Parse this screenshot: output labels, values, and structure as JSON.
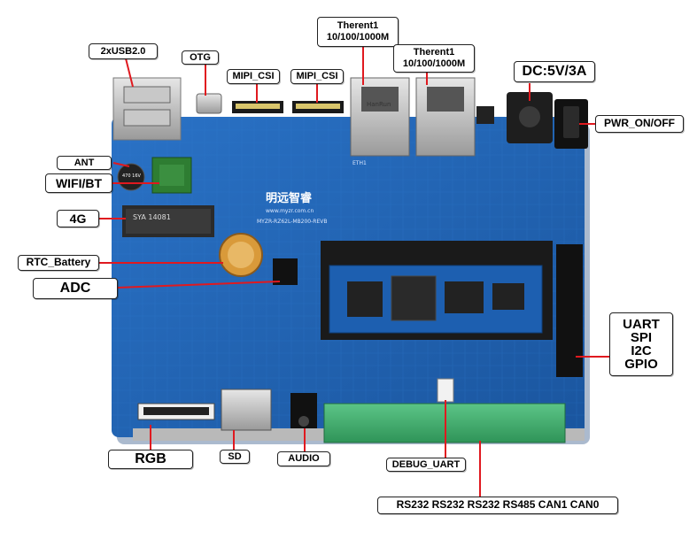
{
  "labels": {
    "usb": "2xUSB2.0",
    "otg": "OTG",
    "mipi1": "MIPI_CSI",
    "mipi2": "MIPI_CSI",
    "eth1_line1": "Therent1",
    "eth1_line2": "10/100/1000M",
    "eth2_line1": "Therent1",
    "eth2_line2": "10/100/1000M",
    "dc": "DC:5V/3A",
    "pwr": "PWR_ON/OFF",
    "ant": "ANT",
    "wifi": "WIFI/BT",
    "lte": "4G",
    "rtc": "RTC_Battery",
    "adc": "ADC",
    "uart": "UART",
    "spi": "SPI",
    "i2c": "I2C",
    "gpio": "GPIO",
    "rgb": "RGB",
    "sd": "SD",
    "audio": "AUDIO",
    "debug": "DEBUG_UART",
    "serial": "RS232 RS232 RS232 RS485 CAN1 CAN0"
  },
  "board": {
    "brand": "明远智睿",
    "url": "www.myzr.com.cn",
    "model": "MYZR-RZ62L-MB200-REVB",
    "eth_port_label": "ETH1",
    "battery_cap": "470\n16V",
    "lte_slot_text": "SYA 14081",
    "magjack_brand": "HanRun"
  },
  "colors": {
    "pcb": "#1f63b5",
    "pcb_dark": "#174f96",
    "callout_line": "#e0191f",
    "terminal_block": "#3fb26c"
  }
}
